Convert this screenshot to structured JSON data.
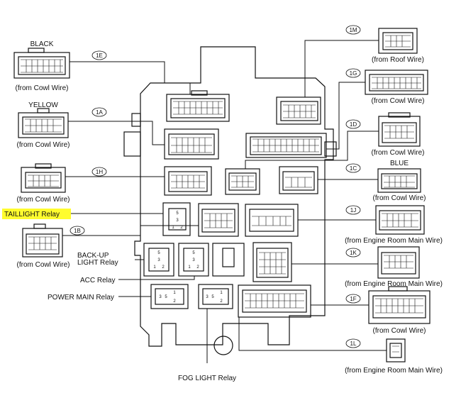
{
  "colors": {
    "line": "#111111",
    "highlight": "#fffc2e",
    "background": "#ffffff"
  },
  "labels": {
    "black": "BLACK",
    "yellow": "YELLOW",
    "blue": "BLUE",
    "from_cowl": "(from Cowl Wire)",
    "from_roof": "(from Roof Wire)",
    "from_engine": "(from Engine Room Main Wire)",
    "taillight": "TAILLIGHT Relay",
    "backup_1": "BACK-UP",
    "backup_2": "LIGHT Relay",
    "acc": "ACC Relay",
    "power_main": "POWER MAIN Relay",
    "fog": "FOG LIGHT Relay"
  },
  "tags": {
    "t1E": "1E",
    "t1A": "1A",
    "t1H": "1H",
    "t1B": "1B",
    "t1M": "1M",
    "t1G": "1G",
    "t1D": "1D",
    "t1C": "1C",
    "t1J": "1J",
    "t1K": "1K",
    "t1F": "1F",
    "t1L": "1L"
  },
  "relay_pins": {
    "p1": "1",
    "p2": "2",
    "p3": "3",
    "p5": "5"
  }
}
